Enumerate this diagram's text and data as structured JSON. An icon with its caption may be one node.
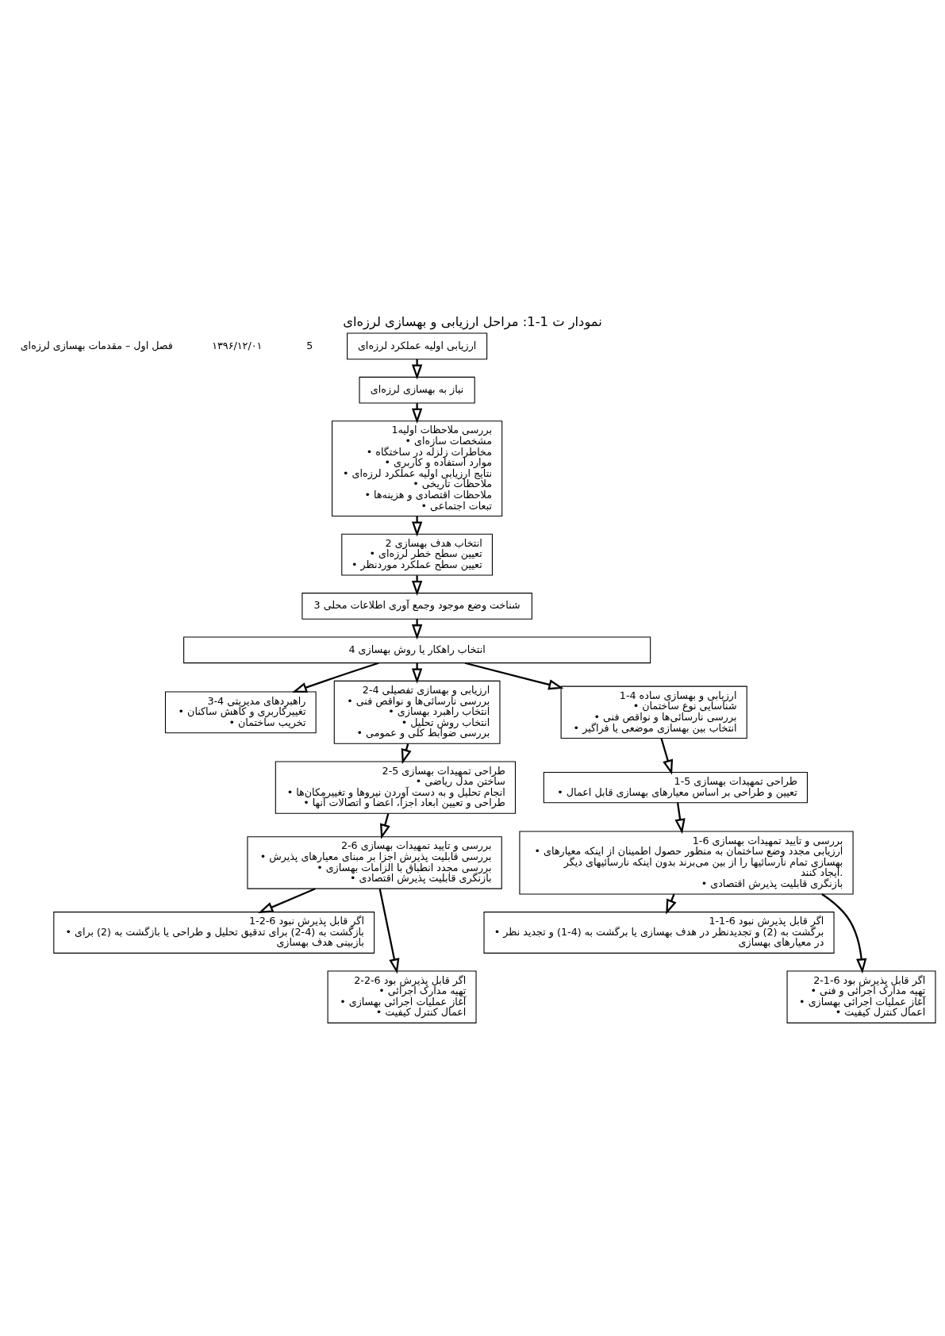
{
  "diagram": {
    "title": "نمودار ت 1-1: مراحل ارزیابی و بهسازی لرزه‌ای",
    "nodes": [
      {
        "text": [
          "ارزیابی اولیه عملکرد لرزه‌ای"
        ]
      },
      {
        "text": [
          "نیاز به بهسازی لرزه‌ای"
        ]
      },
      {
        "text": [
          "1بررسی ملاحظات اولیه",
          "• مشخصات سازه‌ای",
          "• مخاطرات زلزله در ساختگاه",
          "• موارد استفاده و کاربری",
          "• نتایج ارزیابی اولیه عملکرد لرزه‌ای",
          "• ملاحظات تاریخی",
          "• ملاحظات اقتصادی و هزینه‌ها",
          "• تبعات اجتماعی"
        ]
      },
      {
        "text": [
          "2 انتخاب هدف بهسازی",
          "• تعیین سطح خطر لرزه‌ای",
          "• تعیین سطح عملکرد موردنظر"
        ]
      },
      {
        "text": [
          "3 شناخت وضع موجود وجمع آوری اطلاعات محلی"
        ]
      },
      {
        "text": [
          "4 انتخاب راهکار یا روش بهسازی"
        ]
      },
      {
        "text": [
          "1-4 ارزیابی و بهسازی ساده",
          "• شناسایی نوع ساختمان",
          "• بررسی نارسائی‌ها و نواقص فنی",
          "• انتخاب بین بهسازی موضعی یا فراگیر"
        ]
      },
      {
        "text": [
          "2-4 ارزیابی و بهسازی تفصیلی",
          "• بررسی نارسائی‌ها و نواقص فنی",
          "• انتخاب راهبرد بهسازی",
          "• انتخاب روش تحلیل",
          "• بررسی ضوابط کلی و عمومی"
        ]
      },
      {
        "text": [
          "3-4 راهبردهای مدیریتی",
          "• تغییرکاربری و کاهش ساکنان",
          "• تخریب ساختمان"
        ]
      },
      {
        "text": [
          "1-5 طراحی تمهیدات بهسازی",
          "• تعیین و طراحی بر اساس معیارهای بهسازی قابل اعمال"
        ]
      },
      {
        "text": [
          "2-5 طراحی تمهیدات بهسازی",
          "• ساختن مدل ریاضی",
          "• انجام تحلیل و به دست آوردن نیروها و تغییرمکان‌ها",
          "• طراحی و تعیین ابعاد اجزا، اعضا و اتصالات آنها"
        ]
      },
      {
        "text": [
          "1-6 بررسی و تایید تمهیدات بهسازی",
          "• ارزیابی مجدد وضع ساختمان به منظور حصول اطمینان از اینکه معیارهای بهسازی تمام نارسائیها را از بین می‌برند بدون اینکه نارسائیهای دیگر ایجاد کنند.",
          "• بازنگری قابلیت پذیرش اقتصادی"
        ]
      },
      {
        "text": [
          "2-6 بررسی و تایید تمهیدات بهسازی",
          "• بررسی قابلیت پذیرش اجزا بر مبنای معیارهای پذیرش",
          "• بررسی مجدد انطباق با الزامات بهسازی",
          "• بازنگری قابلیت پذیرش اقتصادی"
        ]
      },
      {
        "text": [
          "1-1-6 اگر قابل پذیرش نبود",
          "• برگشت به (2) و تجدیدنظر در هدف بهسازی یا برگشت به (4-1) و تجدید نظر در معیارهای بهسازی"
        ]
      },
      {
        "text": [
          "1-2-6 اگر قابل پذیرش نبود",
          "• بازگشت به (4-2) برای تدقیق تحلیل و طراحی یا بازگشت به (2) برای بازبینی هدف بهسازی"
        ]
      },
      {
        "text": [
          "2-1-6 اگر قابل پذیرش بود",
          "• تهیه مدارک اجرائی و فنی",
          "• آغاز عملیات اجرائی بهسازی",
          "• اعمال کنترل کیفیت"
        ]
      },
      {
        "text": [
          "2-2-6 اگر قابل پذیرش بود",
          "• تهیه مدارک اجرائی",
          "• آغاز عملیات اجرائی بهسازی",
          "• اعمال کنترل کیفیت"
        ]
      }
    ],
    "edges": [
      {
        "from": 0,
        "to": 1,
        "arrow": "to"
      },
      {
        "from": 1,
        "to": 2,
        "arrow": "to"
      },
      {
        "from": 2,
        "to": 3,
        "arrow": "to"
      },
      {
        "from": 3,
        "to": 4,
        "arrow": "to"
      },
      {
        "from": 4,
        "to": 5,
        "arrow": "to"
      },
      {
        "from": 5,
        "to": 6,
        "arrow": "to"
      },
      {
        "from": 5,
        "to": 7,
        "arrow": "to"
      },
      {
        "from": 5,
        "to": 8,
        "arrow": "to"
      },
      {
        "from": 6,
        "to": 9,
        "arrow": "to"
      },
      {
        "from": 7,
        "to": 10,
        "arrow": "to"
      },
      {
        "from": 9,
        "to": 11,
        "arrow": "to"
      },
      {
        "from": 10,
        "to": 12,
        "arrow": "to"
      },
      {
        "from": 11,
        "to": 13,
        "arrow": "to"
      },
      {
        "from": 11,
        "to": 15,
        "arrow": "to"
      },
      {
        "from": 12,
        "to": 14,
        "arrow": "to"
      },
      {
        "from": 12,
        "to": 16,
        "arrow": "to"
      }
    ],
    "labels": [
      "فصل اول – مقدمات بهسازی لرزه‌ای",
      "۱۳۹۶/۱۲/۰۱",
      "5"
    ]
  }
}
